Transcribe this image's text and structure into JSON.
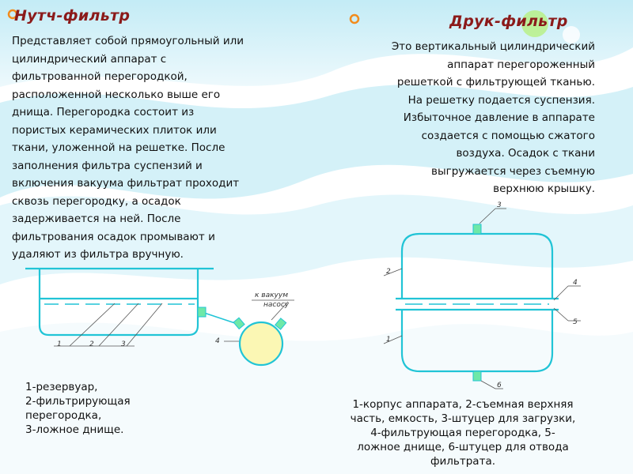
{
  "colors": {
    "title": "#8b1a1a",
    "diagram_stroke": "#21c4d6",
    "fitting_fill": "#6ee8a8",
    "sphere_fill": "#fbf7b4",
    "bullet": "#f28c1c",
    "wave": "#8fd3e8"
  },
  "left": {
    "title": "Нутч-фильтр",
    "lines": [
      "Представляет собой прямоугольный или",
      "цилиндрический аппарат с",
      "фильтрованной перегородкой,",
      "расположенной несколько выше его",
      "днища. Перегородка состоит из",
      "пористых керамических плиток или",
      "ткани, уложенной на решетке. После",
      "заполнения фильтра суспензий и",
      "включения вакуума фильтрат проходит",
      "сквозь перегородку, а осадок",
      "задерживается на ней. После",
      "фильтрования осадок промывают и",
      "удаляют из фильтра вручную."
    ],
    "diagram": {
      "vacuum_label_1": "к вакуум",
      "vacuum_label_2": "насосу",
      "labels": [
        "1",
        "2",
        "3",
        "4"
      ]
    },
    "captions": [
      "1-резервуар,",
      "2-фильтрирующая",
      "перегородка,",
      "3-ложное днище."
    ]
  },
  "right": {
    "title": "Друк-фильтр",
    "lines": [
      "Это вертикальный цилиндрический",
      "аппарат перегороженный",
      "решеткой с фильтрующей тканью.",
      "На решетку подается суспензия.",
      "Избыточное давление в аппарате",
      "создается с помощью сжатого",
      "воздуха. Осадок с ткани",
      "выгружается через съемную",
      "верхнюю крышку."
    ],
    "diagram": {
      "labels": [
        "3",
        "2",
        "4",
        "5",
        "1",
        "6"
      ]
    },
    "captions": [
      "1-корпус аппарата, 2-съемная верхняя",
      "часть, емкость, 3-штуцер для загрузки,",
      "4-фильтрующая перегородка, 5-",
      "ложное днище, 6-штуцер для отвода",
      "фильтрата."
    ]
  }
}
